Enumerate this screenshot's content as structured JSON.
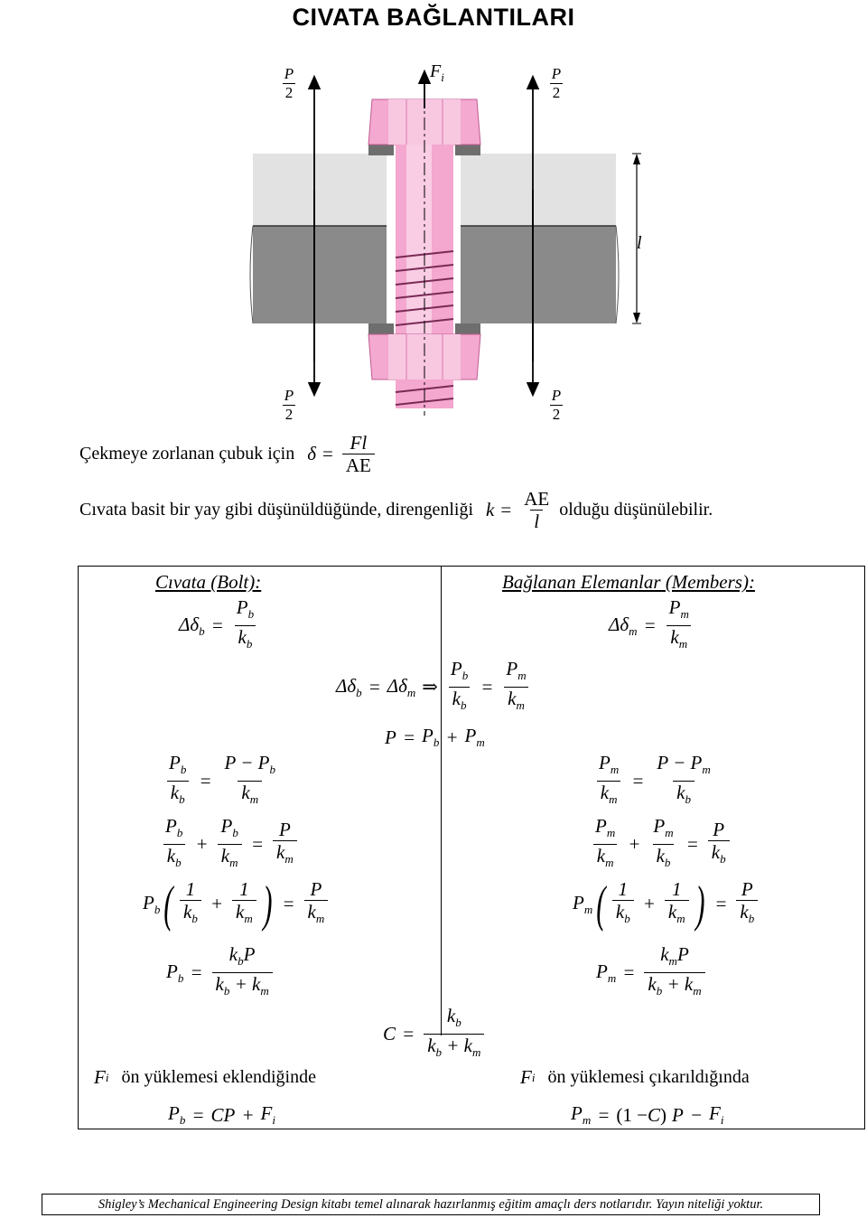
{
  "title": "CIVATA BAĞLANTILARI",
  "figure": {
    "load_top_left_num": "P",
    "load_top_left_den": "2",
    "load_top_right_num": "P",
    "load_top_right_den": "2",
    "load_bottom_left_num": "P",
    "load_bottom_left_den": "2",
    "load_bottom_right_num": "P",
    "load_bottom_right_den": "2",
    "preload": "F",
    "preload_sub": "i",
    "length": "l",
    "colors": {
      "bolt_pink": "#f4a7cf",
      "bolt_dark": "#d96aa6",
      "plate_gray": "#8c8c8c",
      "washer": "#6e6e6e"
    }
  },
  "intro": {
    "line1_text": "Çekmeye zorlanan çubuk için",
    "line1_lhs": "δ",
    "line1_num": "Fl",
    "line1_den": "AE",
    "line2_text": "Cıvata basit bir yay gibi düşünüldüğünde, direngenliği",
    "line2_lhs": "k",
    "line2_num": "AE",
    "line2_den": "l",
    "line2_tail": "olduğu düşünülebilir."
  },
  "left": {
    "heading": "Cıvata (Bolt):",
    "pre_text": "ön yüklemesi eklendiğinde",
    "F": "F",
    "i": "i"
  },
  "right": {
    "heading": "Bağlanan Elemanlar (Members):",
    "pre_text": "ön yüklemesi çıkarıldığında",
    "F": "F",
    "i": "i"
  },
  "center": {
    "C": "C"
  },
  "footer": "Shigley’s Mechanical Engineering Design kitabı temel alınarak hazırlanmış eğitim amaçlı ders notlarıdır. Yayın niteliği yoktur."
}
